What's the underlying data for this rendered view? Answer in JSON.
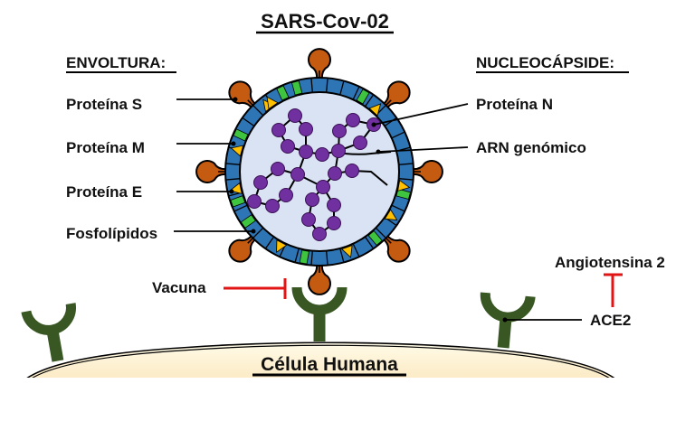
{
  "title": "SARS-Cov-02",
  "envelope": {
    "heading": "ENVOLTURA",
    "heading_suffix": ":",
    "items": [
      {
        "label": "Proteína S"
      },
      {
        "label": "Proteína M"
      },
      {
        "label": "Proteína E"
      },
      {
        "label": "Fosfolípidos"
      }
    ]
  },
  "nucleocapsid": {
    "heading": "NUCLEOCÁPSIDE",
    "heading_suffix": ":",
    "items": [
      {
        "label": "Proteína N"
      },
      {
        "label": "ARN genómico"
      }
    ]
  },
  "vaccine": {
    "label": "Vacuna"
  },
  "angiotensin": {
    "label": "Angiotensina 2"
  },
  "receptor": {
    "label": "ACE2"
  },
  "cell": {
    "label": "Célula Humana"
  },
  "colors": {
    "spike": "#c55a11",
    "envelope_ring": "#2e75b6",
    "protein_e": "#3ec43e",
    "protein_m": "#ffc000",
    "interior": "#dae3f3",
    "nucleocapsid_bead": "#7030a0",
    "receptor": "#385723",
    "inhibit": "#e31414",
    "cell_fill_top": "#fff7d6",
    "cell_fill_bottom": "#fbe9c2"
  }
}
